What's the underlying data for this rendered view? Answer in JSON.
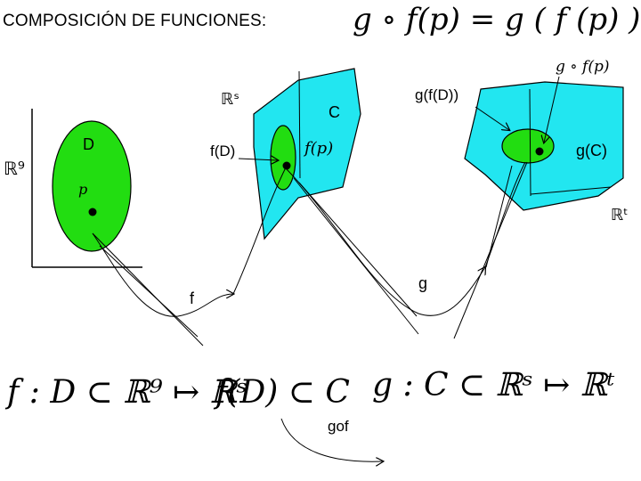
{
  "title": "COMPOSICIÓN DE FUNCIONES:",
  "main_formula": "g ∘ f(p) = g ( f (p) )",
  "left_set": {
    "space": "ℝ⁹",
    "set": "D",
    "point": "p"
  },
  "middle_set": {
    "space": "ℝˢ",
    "set": "C",
    "image": "f(D)",
    "point": "f(p)"
  },
  "right_set": {
    "space": "ℝᵗ",
    "image_of_image": "g(f(D))",
    "image": "g(C)",
    "point": "g ∘ f(p)"
  },
  "arrows": {
    "f": "f",
    "g": "g",
    "gof": "gof"
  },
  "bottom_formulas": {
    "f_def": "f : D ⊂ ℝ⁹ ↦ ℝˢ",
    "f_image": "f(D) ⊂ C",
    "g_def": "g : C ⊂ ℝˢ ↦ ℝᵗ"
  },
  "colors": {
    "green": "#22dd11",
    "cyan": "#22e6f0",
    "black": "#000000"
  }
}
